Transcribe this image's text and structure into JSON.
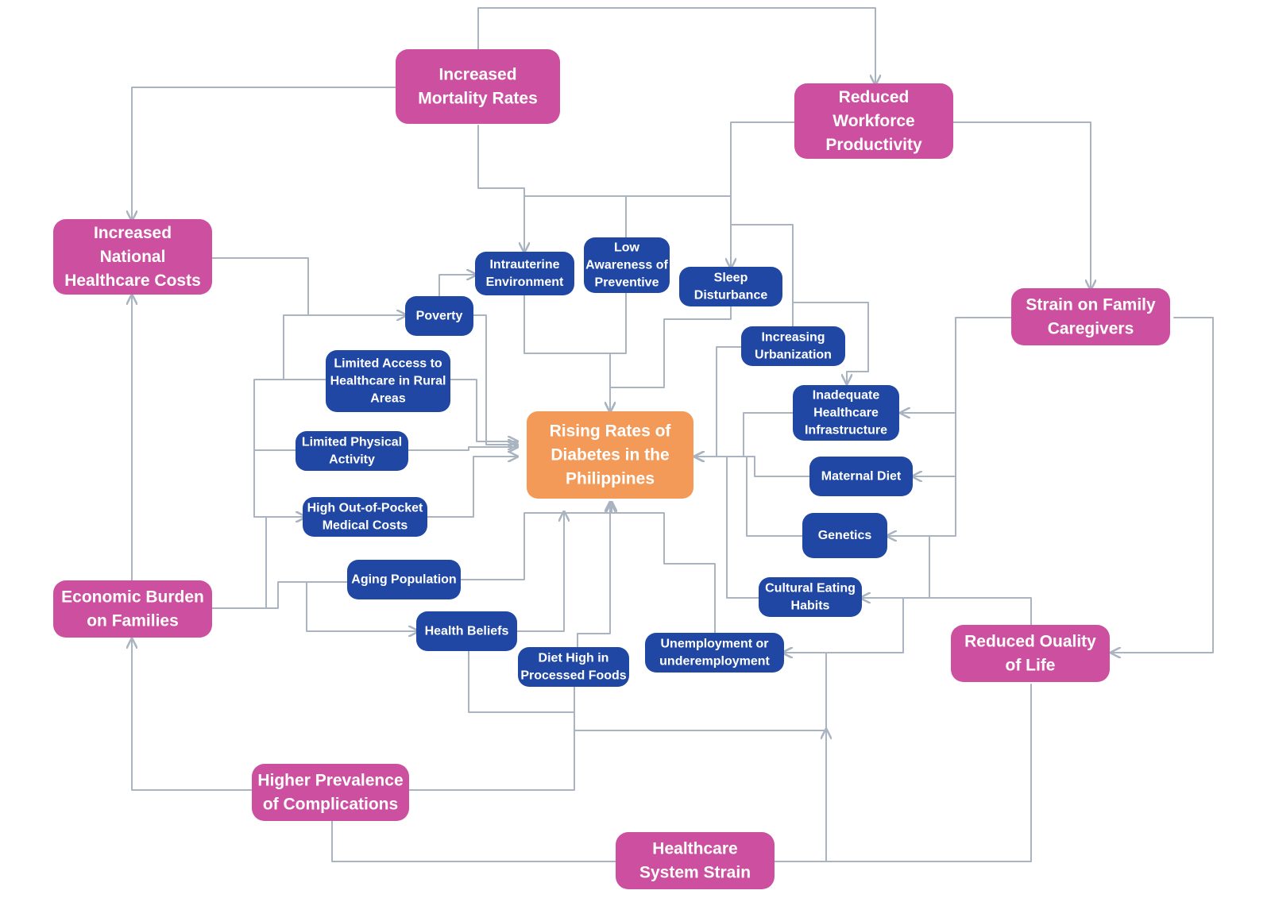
{
  "colors": {
    "center": "#f39a58",
    "effect": "#cd4f9f",
    "cause": "#1f47a3",
    "connector": "#a9b4c0",
    "background": "#ffffff"
  },
  "center": {
    "label": [
      "Rising Rates of",
      "Diabetes in the",
      "Philippines"
    ]
  },
  "effects": {
    "mortality": {
      "label": [
        "Increased",
        "Mortality Rates"
      ]
    },
    "workforce": {
      "label": [
        "Reduced",
        "Workforce",
        "Productivity"
      ]
    },
    "national_costs": {
      "label": [
        "Increased",
        "National",
        "Healthcare Costs"
      ]
    },
    "caregivers": {
      "label": [
        "Strain on Family",
        "Caregivers"
      ]
    },
    "economic_burden": {
      "label": [
        "Economic Burden",
        "on Families"
      ]
    },
    "quality_of_life": {
      "label": [
        "Reduced Ouality",
        "of Life"
      ]
    },
    "complications": {
      "label": [
        "Higher Prevalence",
        "of Complications"
      ]
    },
    "system_strain": {
      "label": [
        "Healthcare",
        "System Strain"
      ]
    }
  },
  "causes": {
    "intrauterine": {
      "label": [
        "Intrauterine",
        "Environment"
      ]
    },
    "awareness": {
      "label": [
        "Low",
        "Awareness of",
        "Preventive"
      ]
    },
    "sleep": {
      "label": [
        "Sleep",
        "Disturbance"
      ]
    },
    "poverty": {
      "label": [
        "Poverty"
      ]
    },
    "urbanization": {
      "label": [
        "Increasing",
        "Urbanization"
      ]
    },
    "rural_access": {
      "label": [
        "Limited Access to",
        "Healthcare in Rural",
        "Areas"
      ]
    },
    "infrastructure": {
      "label": [
        "Inadequate",
        "Healthcare",
        "Infrastructure"
      ]
    },
    "physical_activity": {
      "label": [
        "Limited Physical",
        "Activity"
      ]
    },
    "maternal_diet": {
      "label": [
        "Maternal Diet"
      ]
    },
    "out_of_pocket": {
      "label": [
        "High Out-of-Pocket",
        "Medical Costs"
      ]
    },
    "genetics": {
      "label": [
        "Genetics"
      ]
    },
    "aging": {
      "label": [
        "Aging Population"
      ]
    },
    "cultural_eating": {
      "label": [
        "Cultural Eating",
        "Habits"
      ]
    },
    "health_beliefs": {
      "label": [
        "Health Beliefs"
      ]
    },
    "processed_foods": {
      "label": [
        "Diet High in",
        "Processed Foods"
      ]
    },
    "unemployment": {
      "label": [
        "Unemployment or",
        "underemployment"
      ]
    }
  }
}
